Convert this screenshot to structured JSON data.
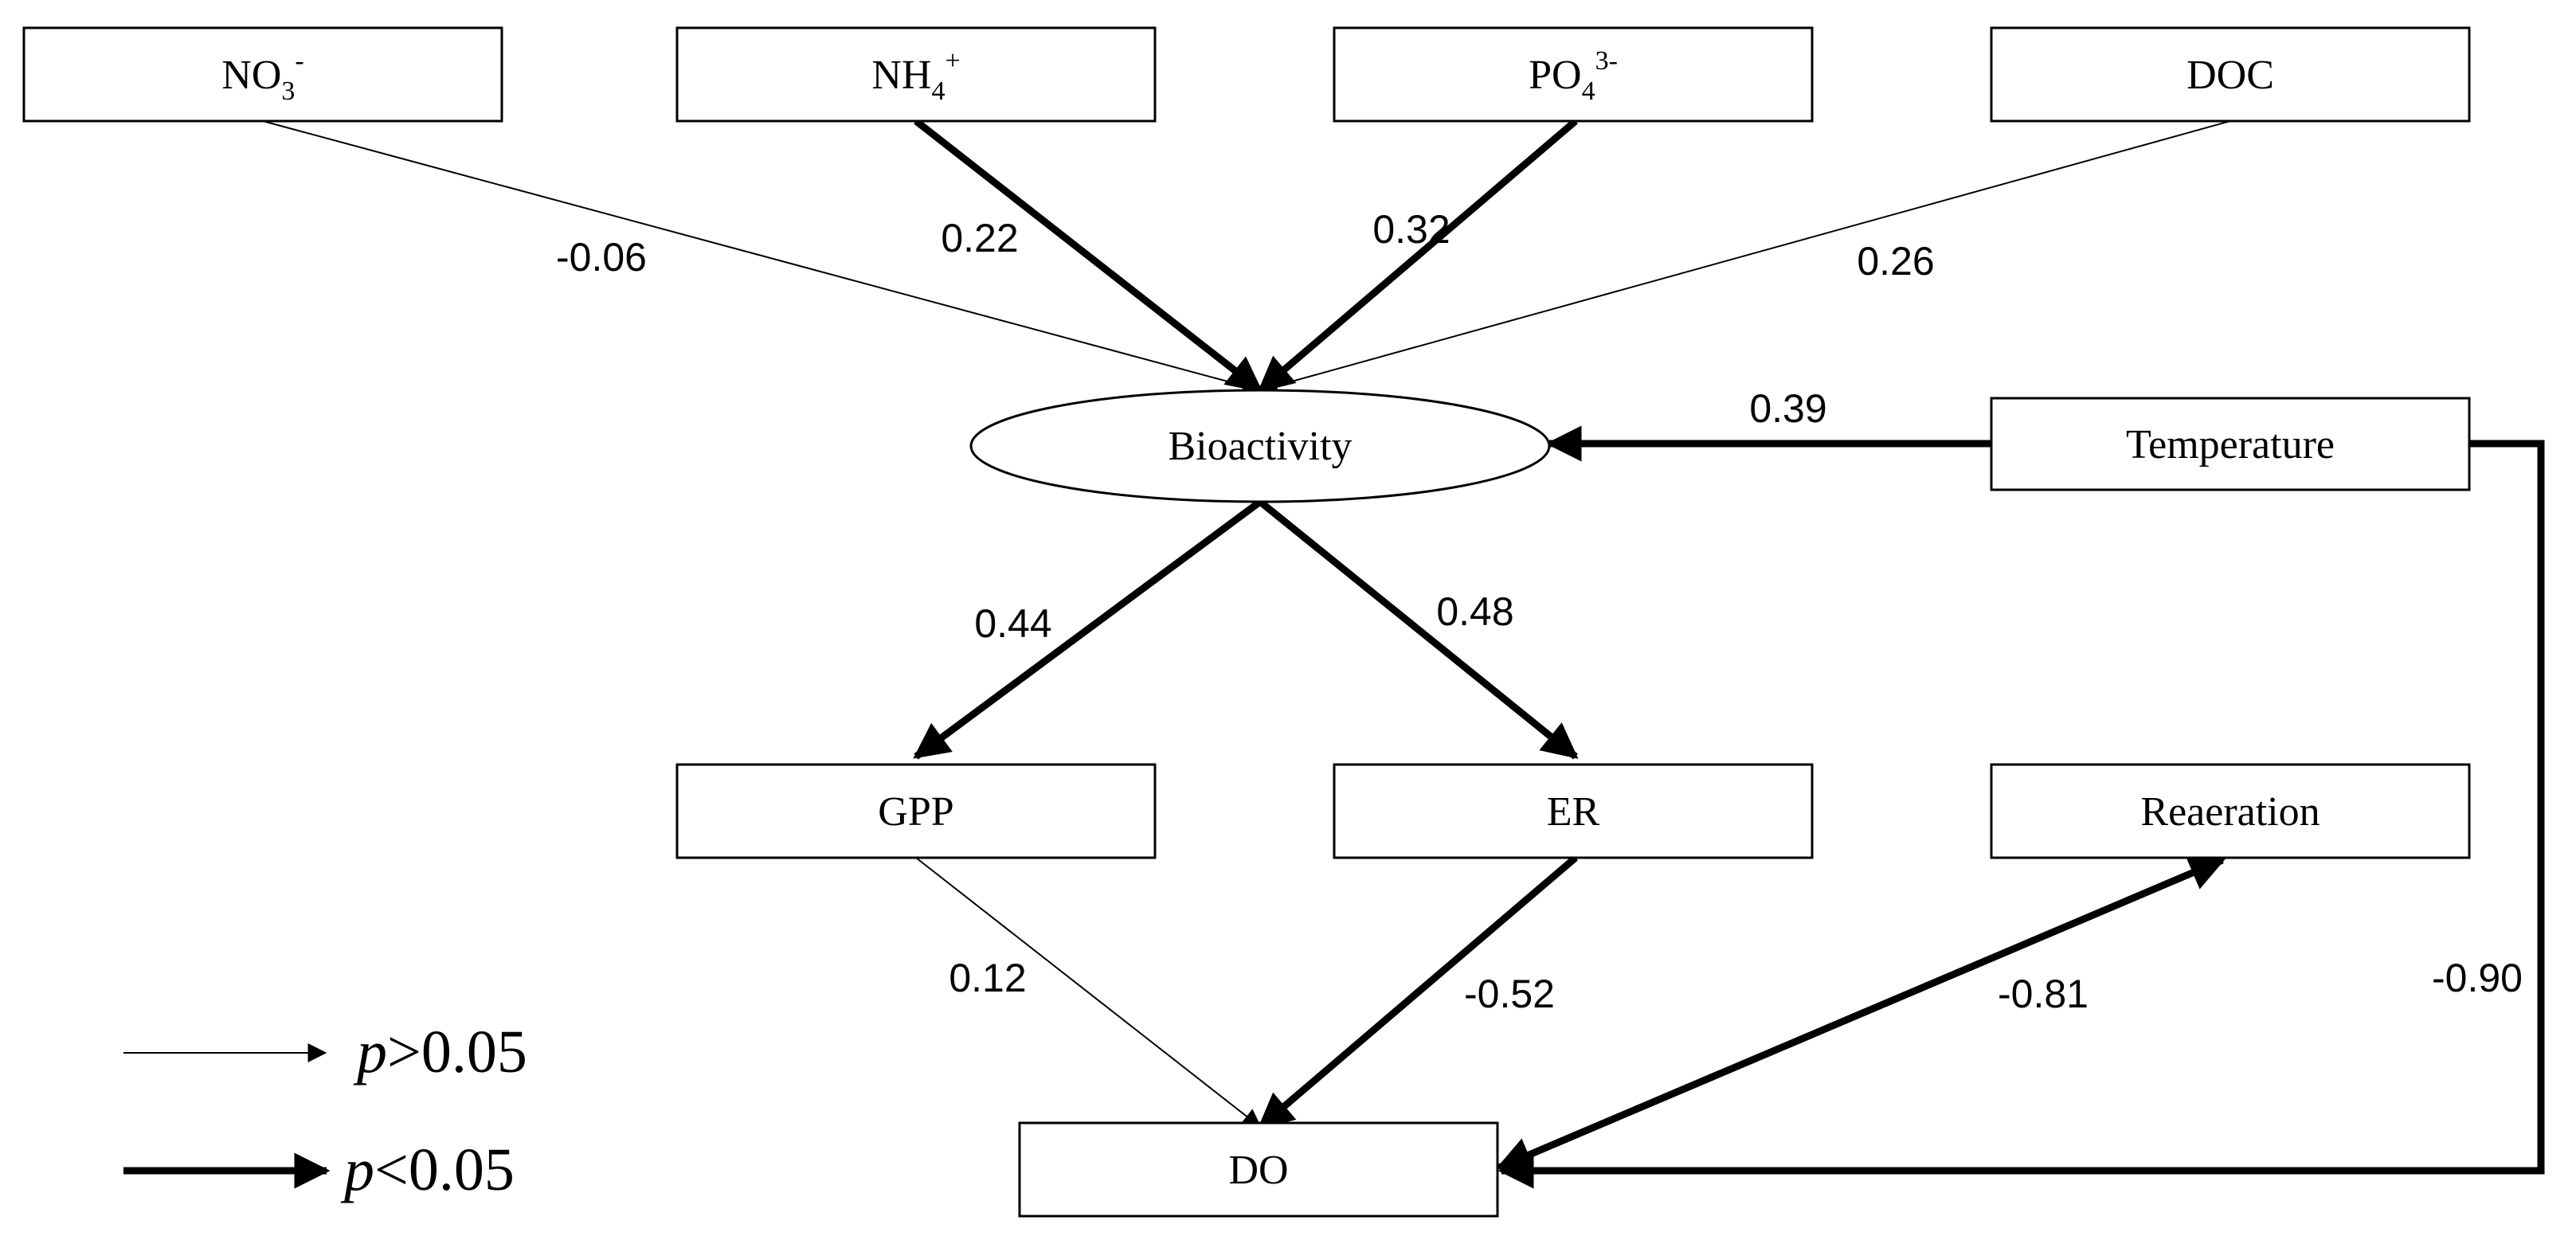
{
  "nodes": {
    "no3": {
      "base": "NO",
      "sub": "3",
      "sup": "-"
    },
    "nh4": {
      "base": "NH",
      "sub": "4",
      "sup": "+"
    },
    "po4": {
      "base": "PO",
      "sub": "4",
      "sup": "3-"
    },
    "doc": {
      "label": "DOC"
    },
    "bioactivity": {
      "label": "Bioactivity"
    },
    "temperature": {
      "label": "Temperature"
    },
    "gpp": {
      "label": "GPP"
    },
    "er": {
      "label": "ER"
    },
    "reaeration": {
      "label": "Reaeration"
    },
    "do": {
      "label": "DO"
    }
  },
  "paths": {
    "no3_bio": "-0.06",
    "nh4_bio": "0.22",
    "po4_bio": "0.32",
    "doc_bio": "0.26",
    "temp_bio": "0.39",
    "bio_gpp": "0.44",
    "bio_er": "0.48",
    "gpp_do": "0.12",
    "er_do": "-0.52",
    "rea_do": "-0.81",
    "temp_do": "-0.90"
  },
  "legend": {
    "ns": {
      "p": "p",
      "rest": ">0.05"
    },
    "sig": {
      "p": "p",
      "rest": "<0.05"
    }
  },
  "colors": {
    "stroke": "#000000",
    "background": "#ffffff"
  }
}
